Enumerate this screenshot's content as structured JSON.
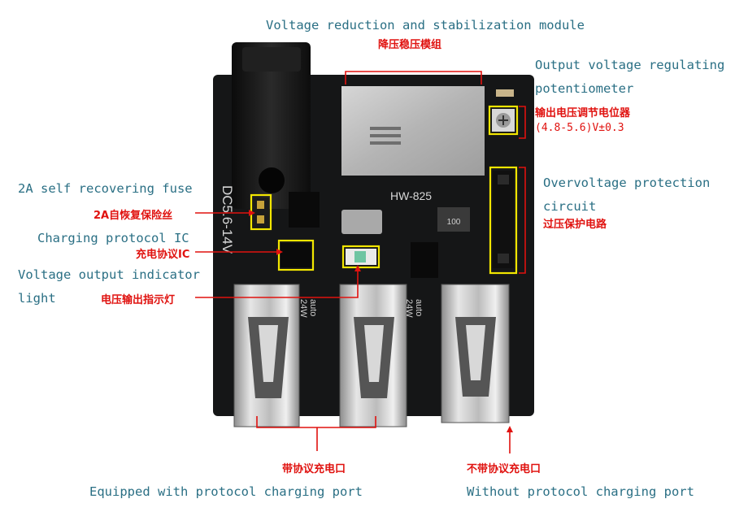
{
  "labels": {
    "top_en": "Voltage reduction and stabilization module",
    "top_cn": "降压稳压模组",
    "pot_en_1": "Output voltage regulating",
    "pot_en_2": "potentiometer",
    "pot_cn": "输出电压调节电位器",
    "pot_range": "(4.8-5.6)V±0.3",
    "ovp_en_1": "Overvoltage protection",
    "ovp_en_2": "circuit",
    "ovp_cn": "过压保护电路",
    "fuse_en": "2A self recovering fuse",
    "fuse_cn": "2A自恢复保险丝",
    "proto_en": "Charging protocol IC",
    "proto_cn": "充电协议IC",
    "led_en_1": "Voltage output indicator",
    "led_en_2": "light",
    "led_cn": "电压输出指示灯",
    "ports_cn": "带协议充电口",
    "ports_en": "Equipped with protocol charging port",
    "noproto_cn": "不带协议充电口",
    "noproto_en": "Without protocol charging port"
  },
  "board": {
    "model": "HW-825",
    "silk_voltage": "DC5.6-14V",
    "silk_port1_a": "auto",
    "silk_port1_b": "24W",
    "silk_port2_a": "auto",
    "silk_port2_b": "24W",
    "inductor_mark": "100"
  },
  "colors": {
    "accent_red": "#e0120f",
    "text_teal": "#2a6f84",
    "highlight_yellow": "#f2e600",
    "pcb": "#151617"
  }
}
